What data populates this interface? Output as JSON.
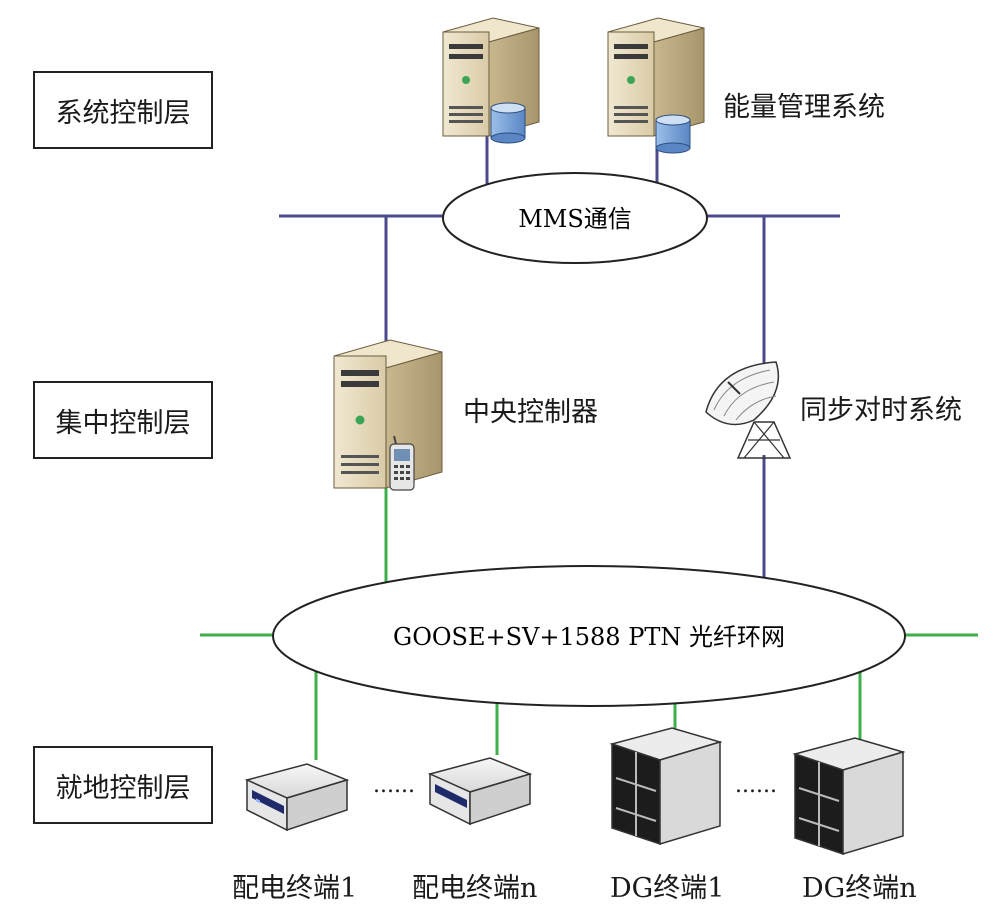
{
  "layers": {
    "system": "系统控制层",
    "central": "集中控制层",
    "local": "就地控制层"
  },
  "labels": {
    "energy_mgmt": "能量管理系统",
    "central_controller": "中央控制器",
    "time_sync": "同步对时系统"
  },
  "networks": {
    "mms": "MMS通信",
    "ring": "GOOSE+SV+1588 PTN 光纤环网"
  },
  "terminals": {
    "dist_1": "配电终端1",
    "dist_n": "配电终端n",
    "dg_1": "DG终端1",
    "dg_n": "DG终端n",
    "ellipsis_1": "......",
    "ellipsis_2": "......"
  },
  "colors": {
    "mms_line": "#4b4a8c",
    "ring_line": "#3db04b",
    "server_body": "#e9dfc6",
    "cylinder": "#7fa6d8",
    "dg_face": "#1c1c1c"
  }
}
